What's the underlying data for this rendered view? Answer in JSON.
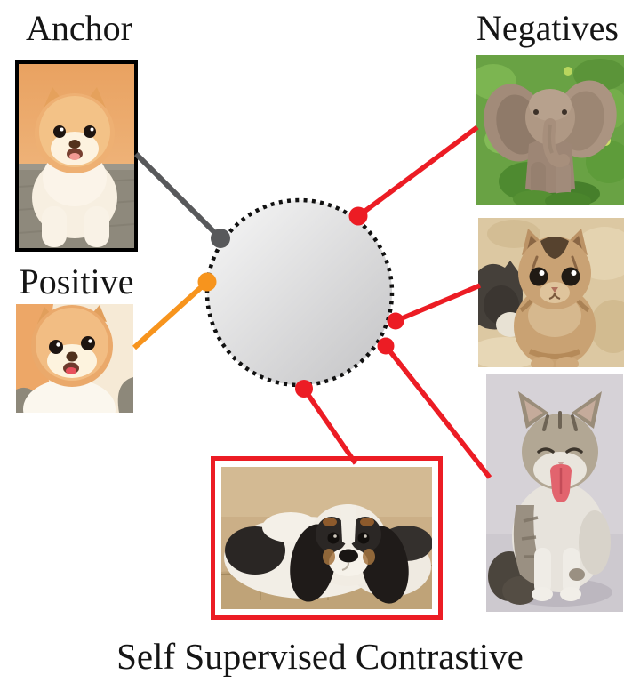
{
  "title": "Self Supervised Contrastive",
  "labels": {
    "anchor": "Anchor",
    "positive": "Positive",
    "negatives": "Negatives"
  },
  "colors": {
    "anchor_link": "#58595b",
    "positive_link": "#f7941d",
    "negative_link": "#ec1c24",
    "query_frame": "#ec1c24",
    "anchor_frame": "#000000",
    "sphere_fill_light": "#f7f7f7",
    "sphere_fill_dark": "#c3c3c5",
    "sphere_border": "#111111",
    "text": "#151515"
  },
  "photos": {
    "anchor": "pomeranian-puppy-standing",
    "positive": "pomeranian-puppy-face-crop",
    "negative_1": "baby-elephant-in-green-grass",
    "negative_2": "brown-kitten-sitting-on-carpet",
    "negative_3": "tabby-kitten-sticking-tongue-out",
    "query": "cavalier-spaniel-lying-on-couch"
  }
}
